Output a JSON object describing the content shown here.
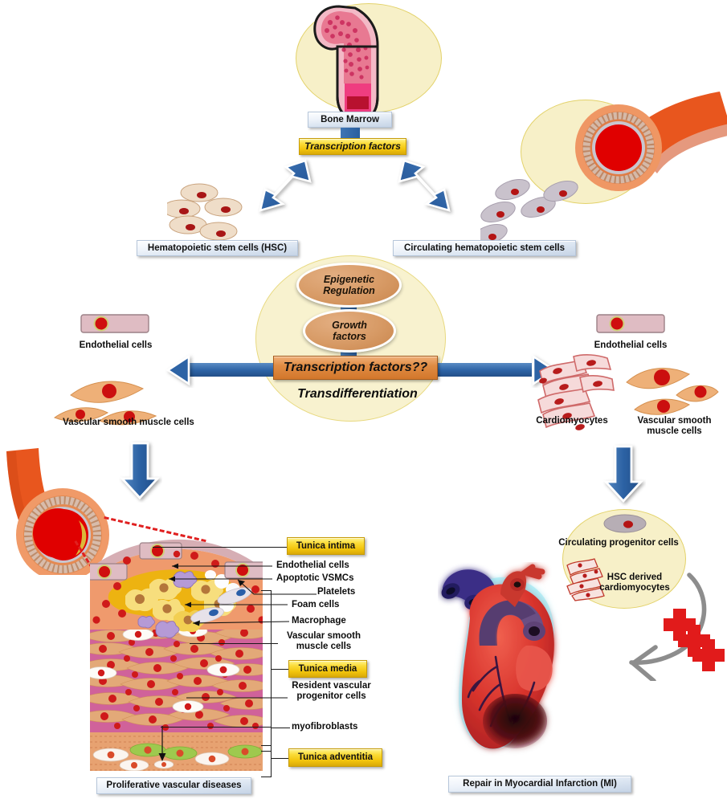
{
  "figure": {
    "title": "Transdifferentiation of bone-marrow derived haematopoietic stem cells into vascular and cardiac cell types",
    "type": "biological-pathway-diagram"
  },
  "top": {
    "bone_marrow_label": "Bone Marrow",
    "transcription_factors_label": "Transcription factors"
  },
  "stem_cell_labels": {
    "hsc": "Hematopoietic stem cells (HSC)",
    "circulating_hsc": "Circulating hematopoietic stem cells"
  },
  "center": {
    "epigenetic_regulation": "Epigenetic\nRegulation",
    "epigenetic_regulation_line1": "Epigenetic",
    "epigenetic_regulation_line2": "Regulation",
    "growth_factors_line1": "Growth",
    "growth_factors_line2": "factors",
    "transcription_factors_q": "Transcription factors??",
    "transdifferentiation": "Transdifferentiation"
  },
  "left_branch": {
    "endothelial_cells": "Endothelial cells",
    "vsmc": "Vascular smooth muscle cells",
    "outcome": "Proliferative vascular diseases"
  },
  "right_branch": {
    "endothelial_cells": "Endothelial cells",
    "cardiomyocytes": "Cardiomyocytes",
    "vsmc_line1": "Vascular smooth",
    "vsmc_line2": "muscle cells",
    "circulating_progenitor_cells": "Circulating progenitor cells",
    "hsc_derived_line1": "HSC derived",
    "hsc_derived_line2": "cardiomyocytes",
    "outcome": "Repair in Myocardial Infarction (MI)"
  },
  "vessel_wall_callouts": {
    "tunica_intima": "Tunica intima",
    "endothelial_cells": "Endothelial cells",
    "apoptotic_vsmcs": "Apoptotic VSMCs",
    "platelets": "Platelets",
    "foam_cells": "Foam cells",
    "macrophage": "Macrophage",
    "vsmc_line1": "Vascular smooth",
    "vsmc_line2": "muscle cells",
    "tunica_media": "Tunica media",
    "resident_progenitor_line1": "Resident vascular",
    "resident_progenitor_line2": "progenitor cells",
    "myofibroblasts": "myofibroblasts",
    "tunica_adventitia": "Tunica adventitia"
  },
  "icons": {
    "bone_marrow": "femur-bone-marrow-icon",
    "blood_vessel_top": "blood-vessel-cross-section-icon",
    "blood_vessel_left": "atherosclerotic-vessel-icon",
    "heart": "heart-myocardial-infarction-icon",
    "red_crosses": "medical-cross-icon",
    "curved_arrow": "curved-gray-arrow-icon",
    "hsc_cluster": "stem-cell-cluster-icon",
    "endothelial_cell": "endothelial-cell-icon",
    "vsmc_cell": "spindle-smooth-muscle-cell-icon",
    "cardiomyocyte": "striated-cardiomyocyte-icon",
    "blue_arrow": "blue-block-arrow-icon",
    "dashed_red_line": "magnification-dashed-line-icon"
  },
  "colors": {
    "gold_plaque": "#f2c40c",
    "blue_plaque": "#dce6f2",
    "orange_plaque": "#d3772b",
    "blue_arrow": "#2f6cb0",
    "pale_yellow_circle": "#f7f0c8",
    "tan_ellipse": "#d79a65",
    "blood_red": "#e00000",
    "cross_red": "#e11b1b",
    "dashed_red": "#e02020",
    "artery_orange": "#e8561e",
    "vein_purple": "#3b2f86",
    "media_pink": "#d0629a",
    "vsmc_tan": "#eab27a"
  }
}
